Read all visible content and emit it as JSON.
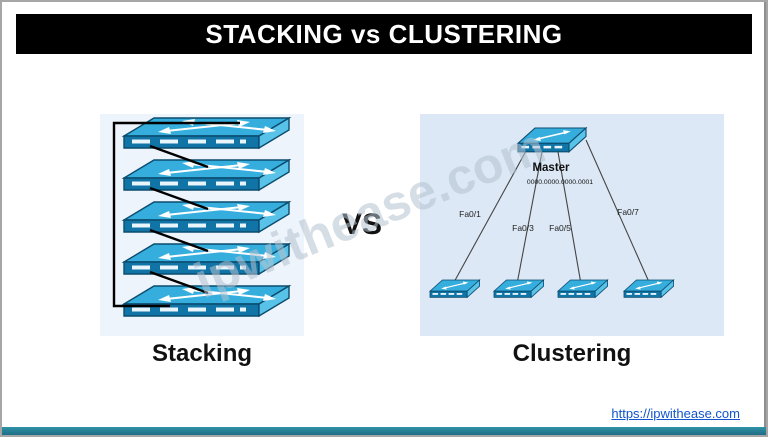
{
  "header": {
    "title": "STACKING vs CLUSTERING"
  },
  "comparison": {
    "vs_label": "VS",
    "left": {
      "caption": "Stacking",
      "switch_count": 5
    },
    "right": {
      "caption": "Clustering",
      "master_label": "Master",
      "master_id": "0000.0000.0000.0001",
      "port_labels": [
        "Fa0/1",
        "Fa0/3",
        "Fa0/5",
        "Fa0/7"
      ],
      "member_count": 4
    }
  },
  "watermark": "ipwithease.com",
  "footer": {
    "link_text": "https://ipwithease.com"
  },
  "colors": {
    "header_bg": "#000000",
    "header_text": "#ffffff",
    "switch_blue": "#35aede",
    "accent_bar": "#2a8196",
    "link": "#1155cc"
  }
}
